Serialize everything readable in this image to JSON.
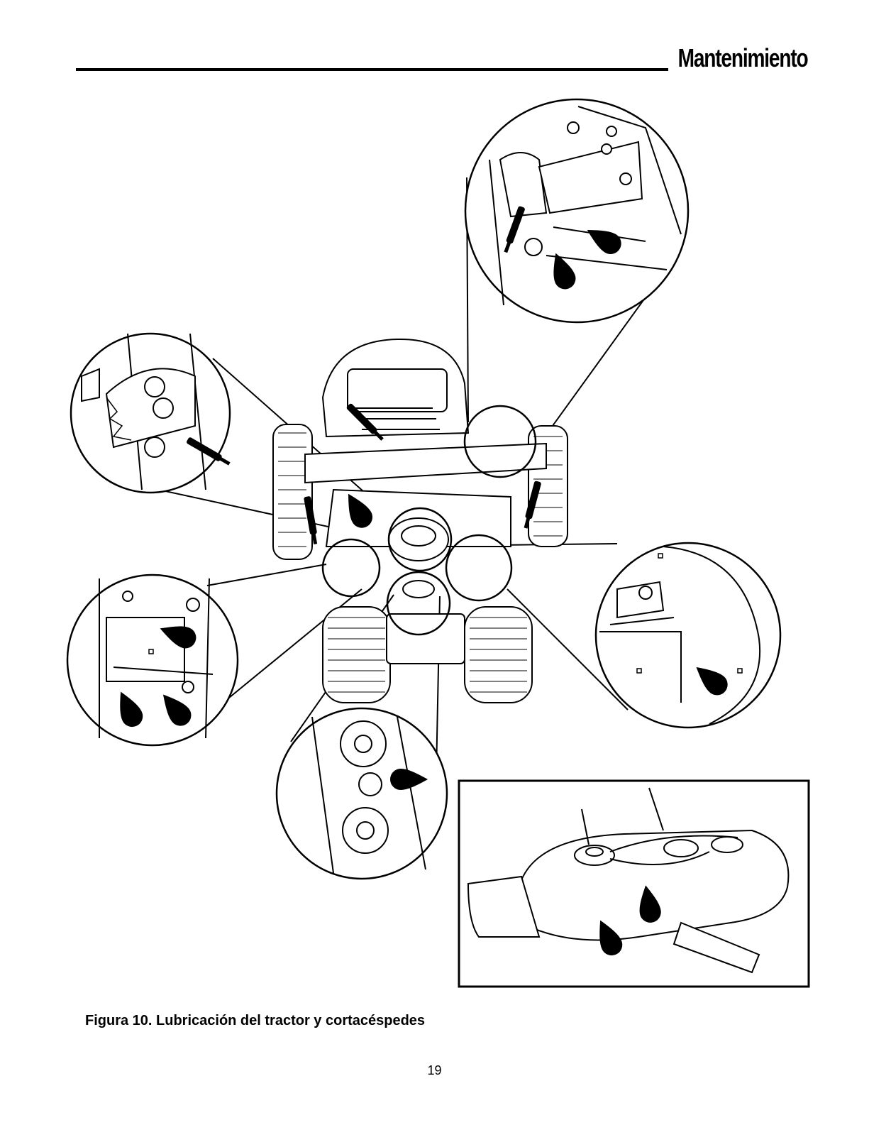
{
  "header": {
    "section_title": "Mantenimiento"
  },
  "figure": {
    "caption": "Figura 10.  Lubricación del tractor y cortacéspedes"
  },
  "footer": {
    "page_number": "19"
  }
}
